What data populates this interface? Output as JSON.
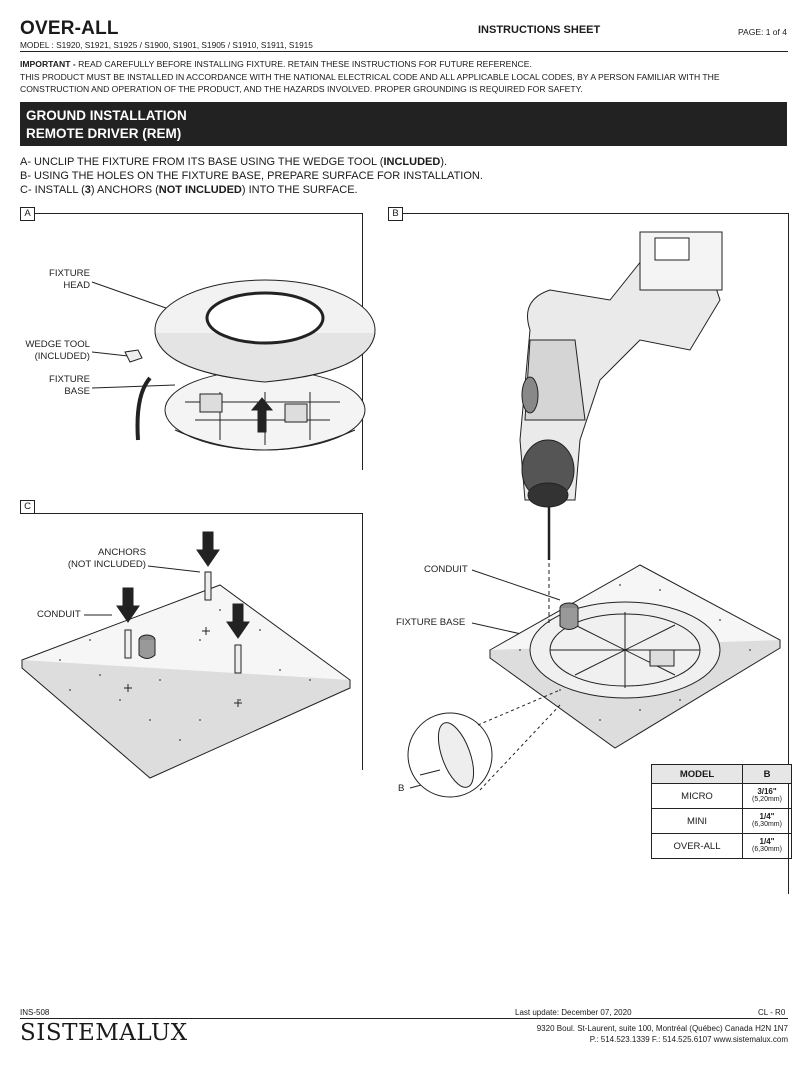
{
  "header": {
    "title": "OVER-ALL",
    "sheet_label": "INSTRUCTIONS SHEET",
    "page": "PAGE: 1 of 4",
    "model_line": "MODEL : S1920, S1921, S1925 / S1900, S1901, S1905 / S1910, S1911, S1915"
  },
  "important": {
    "lead": "IMPORTANT -",
    "line1": " READ CAREFULLY BEFORE INSTALLING FIXTURE. RETAIN THESE INSTRUCTIONS FOR FUTURE REFERENCE.",
    "line2": "THIS PRODUCT MUST BE INSTALLED IN ACCORDANCE WITH THE NATIONAL ELECTRICAL CODE AND ALL APPLICABLE LOCAL CODES, BY A PERSON FAMILIAR WITH THE",
    "line3": "CONSTRUCTION AND OPERATION OF THE PRODUCT, AND THE HAZARDS INVOLVED. PROPER GROUNDING IS REQUIRED FOR SAFETY."
  },
  "banner": {
    "line1": "GROUND INSTALLATION",
    "line2": "REMOTE DRIVER (REM)"
  },
  "steps": {
    "a_pre": "A- UNCLIP THE FIXTURE FROM ITS BASE USING THE WEDGE TOOL (",
    "a_bold": "INCLUDED",
    "a_post": ").",
    "b": "B- USING THE HOLES ON THE FIXTURE BASE, PREPARE SURFACE FOR INSTALLATION.",
    "c_pre": "C- INSTALL (",
    "c_bold1": "3",
    "c_mid": ") ANCHORS (",
    "c_bold2": "NOT INCLUDED",
    "c_post": ") INTO THE SURFACE."
  },
  "panel_a": {
    "letter": "A",
    "fixture_head_1": "FIXTURE",
    "fixture_head_2": "HEAD",
    "wedge_1": "WEDGE TOOL",
    "wedge_2": "(INCLUDED)",
    "base_1": "FIXTURE",
    "base_2": "BASE"
  },
  "panel_b": {
    "letter": "B",
    "conduit": "CONDUIT",
    "fixture_base": "FIXTURE BASE",
    "b_marker": "B"
  },
  "panel_c": {
    "letter": "C",
    "anchors_1": "ANCHORS",
    "anchors_2": "(NOT INCLUDED)",
    "conduit": "CONDUIT"
  },
  "spec_table": {
    "headers": [
      "MODEL",
      "B"
    ],
    "rows": [
      {
        "model": "MICRO",
        "frac": "3/16\"",
        "mm": "(5,20mm)"
      },
      {
        "model": "MINI",
        "frac": "1/4\"",
        "mm": "(6,30mm)"
      },
      {
        "model": "OVER-ALL",
        "frac": "1/4\"",
        "mm": "(6,30mm)"
      }
    ]
  },
  "footer": {
    "doc_id": "INS-508",
    "last_update": "Last update: December 07, 2020",
    "revision": "CL - R0",
    "brand": "SISTEMALUX",
    "address": "9320 Boul. St-Laurent, suite 100, Montréal (Québec) Canada H2N 1N7",
    "contact": "P.: 514.523.1339   F.: 514.525.6107  www.sistemalux.com"
  },
  "colors": {
    "ink": "#1a1a1a",
    "banner_bg": "#222222",
    "table_header_bg": "#e6e6e6"
  }
}
